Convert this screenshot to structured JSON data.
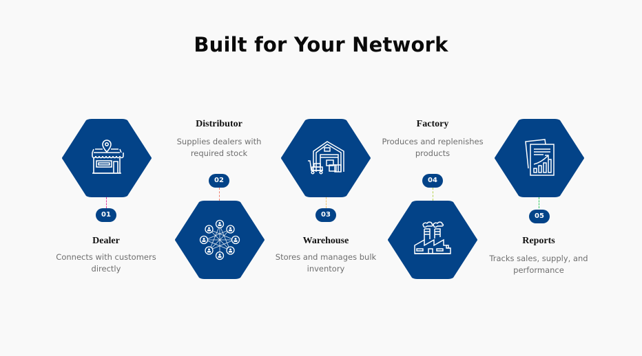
{
  "title": "Built for Your Network",
  "brand_color": "#034388",
  "steps": [
    {
      "number": "01",
      "label": "Dealer",
      "description": "Connects with customers directly",
      "icon": "store-location-icon",
      "connector_color": "#e0389a"
    },
    {
      "number": "02",
      "label": "Distributor",
      "description": "Supplies dealers with required stock",
      "icon": "network-people-icon",
      "connector_color": "#f07a6a"
    },
    {
      "number": "03",
      "label": "Warehouse",
      "description": "Stores and manages bulk inventory",
      "icon": "warehouse-icon",
      "connector_color": "#f5c36a"
    },
    {
      "number": "04",
      "label": "Factory",
      "description": "Produces and replenishes products",
      "icon": "factory-icon",
      "connector_color": "#b5d34a"
    },
    {
      "number": "05",
      "label": "Reports",
      "description": "Tracks sales, supply, and performance",
      "icon": "report-chart-icon",
      "connector_color": "#2ec95c"
    }
  ]
}
